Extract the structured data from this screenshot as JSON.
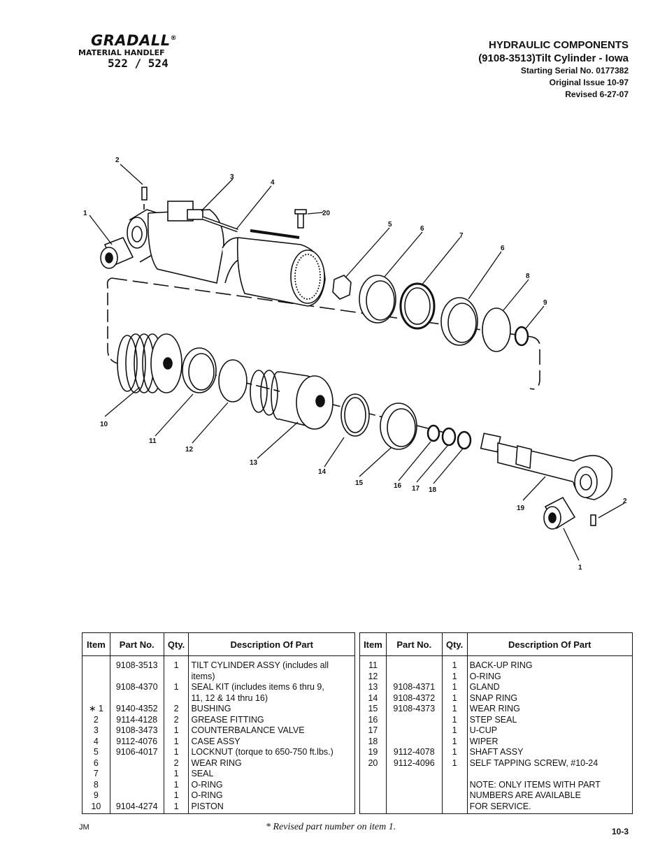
{
  "logo": {
    "brand": "GRADALL",
    "registered": "®",
    "subtitle": "MATERIAL HANDLEF",
    "model": "522 / 524"
  },
  "header": {
    "title": "HYDRAULIC COMPONENTS",
    "subtitle": "(9108-3513)Tilt Cylinder - Iowa",
    "serial": "Starting Serial No.  0177382",
    "issue": "Original Issue 10-97",
    "revised": "Revised 6-27-07"
  },
  "callouts": {
    "c1a": "1",
    "c2a": "2",
    "c3": "3",
    "c4": "4",
    "c20": "20",
    "c5": "5",
    "c6a": "6",
    "c7": "7",
    "c6b": "6",
    "c8": "8",
    "c9": "9",
    "c10": "10",
    "c11": "11",
    "c12": "12",
    "c13": "13",
    "c14": "14",
    "c15": "15",
    "c16": "16",
    "c17": "17",
    "c18": "18",
    "c19": "19",
    "c2b": "2",
    "c1b": "1"
  },
  "table_headers": {
    "item": "Item",
    "part": "Part No.",
    "qty": "Qty.",
    "desc": "Description Of Part"
  },
  "table1": {
    "items": [
      "",
      "",
      "",
      "",
      "∗ 1",
      "2",
      "3",
      "4",
      "5",
      "6",
      "7",
      "8",
      "9",
      "10"
    ],
    "parts": [
      "9108-3513",
      "",
      "9108-4370",
      "",
      "9140-4352",
      "9114-4128",
      "9108-3473",
      "9112-4076",
      "9106-4017",
      "",
      "",
      "",
      "",
      "9104-4274"
    ],
    "qtys": [
      "1",
      "",
      "1",
      "",
      "2",
      "2",
      "1",
      "1",
      "1",
      "2",
      "1",
      "1",
      "1",
      "1"
    ],
    "descs": [
      "TILT CYLINDER ASSY (includes all",
      "items)",
      "SEAL KIT (includes items  6 thru 9,",
      "11, 12 & 14 thru 16)",
      "BUSHING",
      "GREASE FITTING",
      "COUNTERBALANCE VALVE",
      "CASE ASSY",
      "LOCKNUT (torque to 650-750 ft.lbs.)",
      "WEAR RING",
      "SEAL",
      "O-RING",
      "O-RING",
      "PISTON"
    ]
  },
  "table2": {
    "items": [
      "11",
      "12",
      "13",
      "14",
      "15",
      "16",
      "17",
      "18",
      "19",
      "20",
      "",
      "",
      "",
      ""
    ],
    "parts": [
      "",
      "",
      "9108-4371",
      "9108-4372",
      "9108-4373",
      "",
      "",
      "",
      "9112-4078",
      "9112-4096",
      "",
      "",
      "",
      ""
    ],
    "qtys": [
      "1",
      "1",
      "1",
      "1",
      "1",
      "1",
      "1",
      "1",
      "1",
      "1",
      "",
      "",
      "",
      ""
    ],
    "descs": [
      "BACK-UP RING",
      "O-RING",
      "GLAND",
      "SNAP RING",
      "WEAR RING",
      "STEP SEAL",
      "U-CUP",
      "WIPER",
      "SHAFT ASSY",
      "SELF TAPPING SCREW, #10-24",
      "",
      "NOTE:  ONLY ITEMS WITH PART",
      "NUMBERS ARE AVAILABLE",
      "FOR SERVICE."
    ]
  },
  "footer": {
    "initials": "JM",
    "note": "* Revised part number on item 1.",
    "page": "10-3"
  }
}
